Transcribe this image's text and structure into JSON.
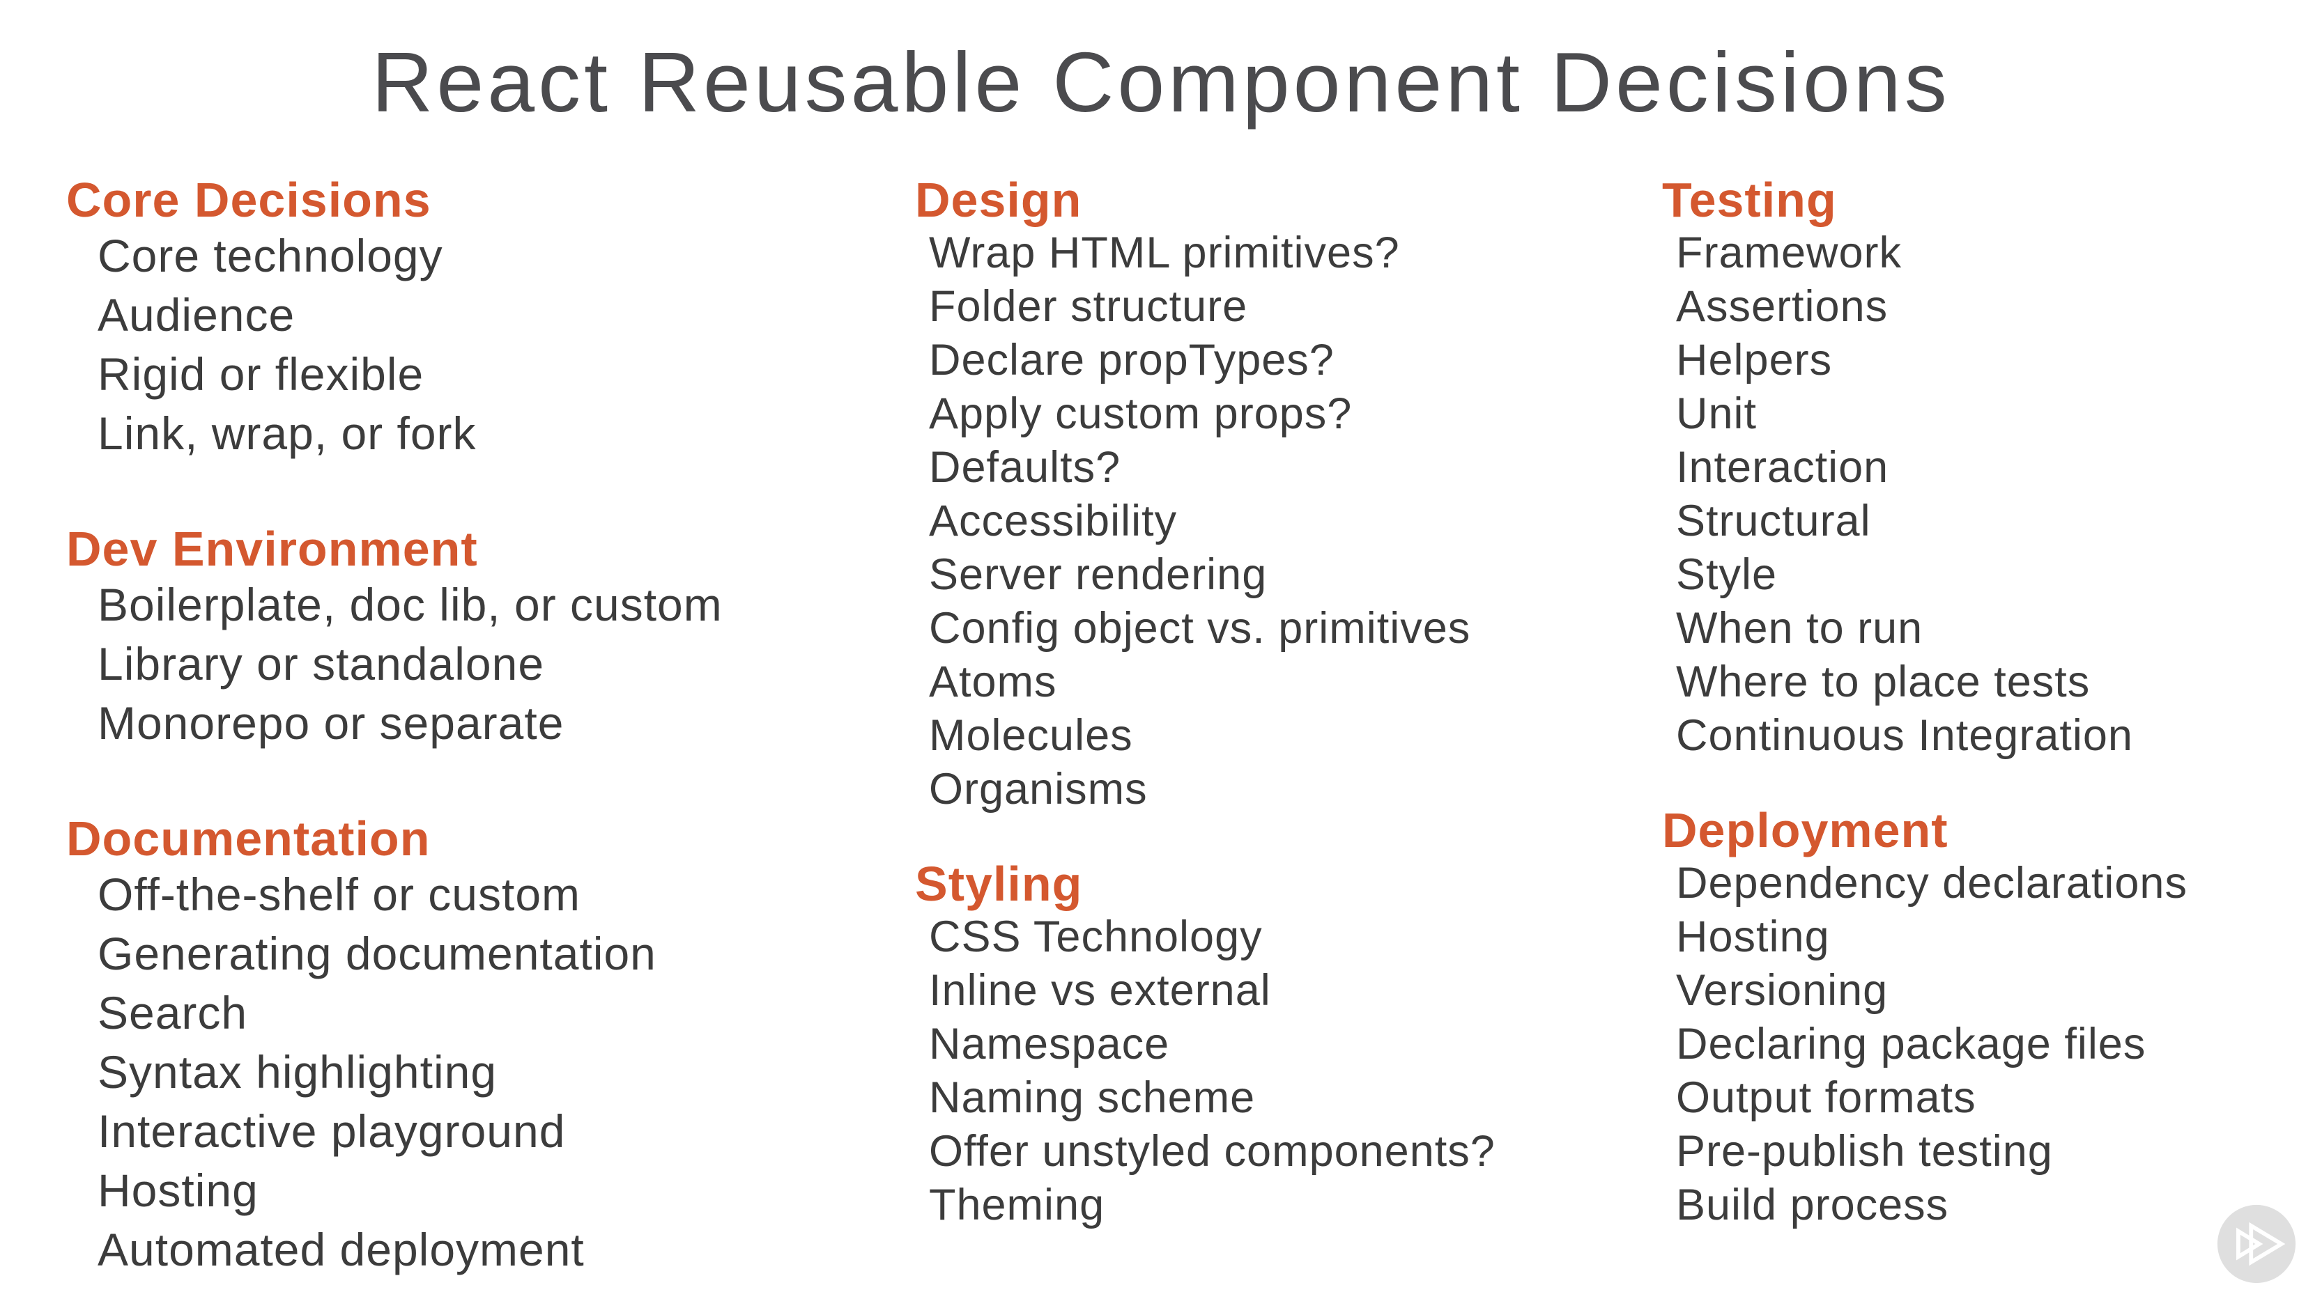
{
  "title": "React Reusable Component Decisions",
  "colors": {
    "accent": "#d4582f",
    "body_text": "#3c3c3c",
    "title_text": "#4b4b4e",
    "logo_gray": "#dfdfdf",
    "logo_glyph": "#ffffff"
  },
  "columns": [
    {
      "sections": [
        {
          "heading": "Core Decisions",
          "items": [
            "Core technology",
            "Audience",
            "Rigid or flexible",
            "Link, wrap, or fork"
          ]
        },
        {
          "heading": "Dev Environment",
          "items": [
            "Boilerplate, doc lib, or custom",
            "Library or standalone",
            "Monorepo or separate"
          ]
        },
        {
          "heading": "Documentation",
          "items": [
            "Off-the-shelf or custom",
            "Generating documentation",
            "Search",
            "Syntax highlighting",
            "Interactive playground",
            "Hosting",
            "Automated deployment"
          ]
        }
      ]
    },
    {
      "sections": [
        {
          "heading": "Design",
          "items": [
            "Wrap HTML primitives?",
            "Folder structure",
            "Declare propTypes?",
            "Apply custom props?",
            "Defaults?",
            "Accessibility",
            "Server rendering",
            "Config object vs. primitives",
            "Atoms",
            "Molecules",
            "Organisms"
          ]
        },
        {
          "heading": "Styling",
          "items": [
            "CSS Technology",
            "Inline vs external",
            "Namespace",
            "Naming scheme",
            "Offer unstyled components?",
            "Theming"
          ]
        }
      ]
    },
    {
      "sections": [
        {
          "heading": "Testing",
          "items": [
            "Framework",
            "Assertions",
            "Helpers",
            "Unit",
            "Interaction",
            "Structural",
            "Style",
            "When to run",
            "Where to place tests",
            "Continuous Integration"
          ]
        },
        {
          "heading": "Deployment",
          "items": [
            "Dependency declarations",
            "Hosting",
            "Versioning",
            "Declaring package files",
            "Output formats",
            "Pre-publish testing",
            "Build process"
          ]
        }
      ]
    }
  ],
  "branding": {
    "logo_icon": "pluralsight-play-icon"
  }
}
